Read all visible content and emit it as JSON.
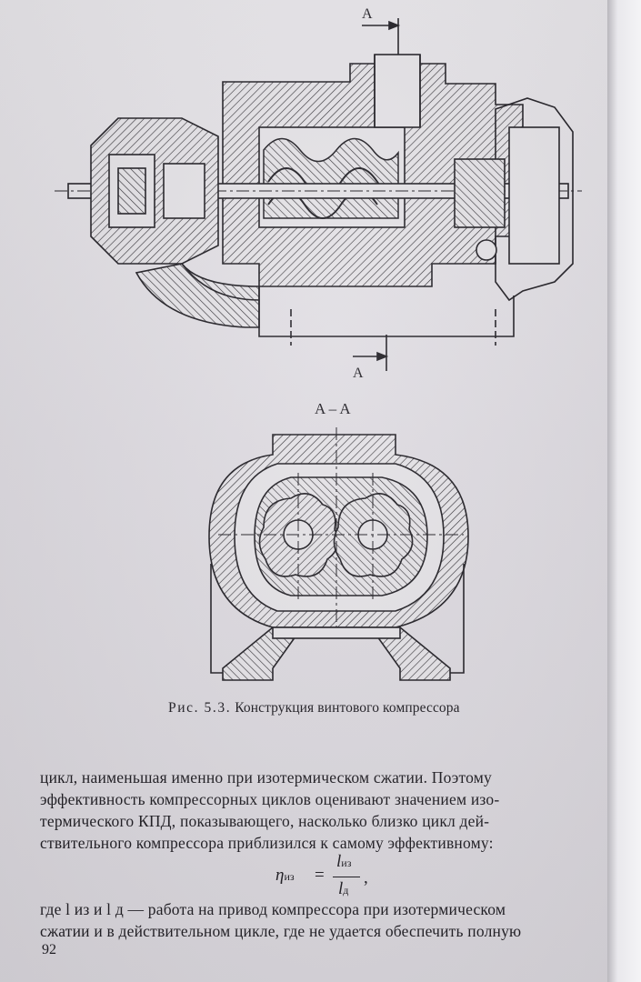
{
  "drawing": {
    "section_top_label": "A",
    "section_bottom_label": "A",
    "section_title": "A – A"
  },
  "caption": {
    "figure": "Рис. 5.3.",
    "text": "Конструкция винтового компрессора"
  },
  "paragraph": {
    "lines": [
      "цикл, наименьшая именно при изотермическом сжатии. Поэтому",
      "эффективность компрессорных циклов оценивают значением изо-",
      "термического КПД, показывающего, насколько близко цикл дей-",
      "ствительного компрессора приблизился к самому эффективному:"
    ]
  },
  "formula": {
    "symbol": "η",
    "symbol_sub": "из",
    "equals": "=",
    "numerator": "l",
    "numerator_sub": "из",
    "denominator": "l",
    "denominator_sub": "д",
    "trail": ","
  },
  "paragraph2": {
    "lines": [
      "где l из и l д — работа на привод компрессора при изотермическом",
      "сжатии и в действительном цикле, где не удается обеспечить полную"
    ]
  },
  "page_number": "92"
}
